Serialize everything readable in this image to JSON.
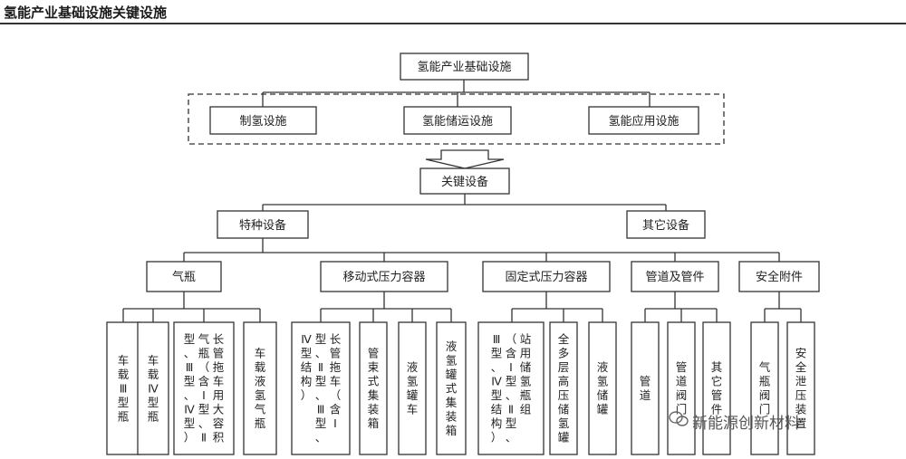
{
  "page_title": "氢能产业基础设施关键设施",
  "watermark": "新能源创新材料",
  "root": "氢能产业基础设施",
  "facilities": [
    "制氢设施",
    "氢能储运设施",
    "氢能应用设施"
  ],
  "key_equipment": "关键设备",
  "branches": [
    "特种设备",
    "其它设备"
  ],
  "categories": {
    "cylinder": "气瓶",
    "mobile": "移动式压力容器",
    "fixed": "固定式压力容器",
    "pipe": "管道及管件",
    "safety": "安全附件"
  },
  "leaves": {
    "cylinder": [
      [
        "车载Ⅲ型瓶"
      ],
      [
        "车载Ⅳ型瓶"
      ],
      [
        "长管拖车用大容积",
        "气瓶（含Ⅰ型、Ⅱ",
        "型、Ⅲ型、Ⅳ型）"
      ],
      [
        "车载液氢气瓶"
      ]
    ],
    "mobile": [
      [
        "长管拖车（含Ⅰ",
        "型、Ⅱ型、Ⅲ型、",
        "Ⅳ型结构）"
      ],
      [
        "管束式集装箱"
      ],
      [
        "液氢罐车"
      ],
      [
        "液氢罐式集装箱"
      ]
    ],
    "fixed": [
      [
        "站用储氢瓶组",
        "（含Ⅰ型、Ⅱ型、",
        "Ⅲ型、Ⅳ型结构）"
      ],
      [
        "全多层高压储氢罐"
      ],
      [
        "液氢储罐"
      ]
    ],
    "pipe": [
      [
        "管道"
      ],
      [
        "管道阀门"
      ],
      [
        "其它管件"
      ]
    ],
    "safety": [
      [
        "气瓶阀门"
      ],
      [
        "安全泄压装置"
      ]
    ]
  }
}
